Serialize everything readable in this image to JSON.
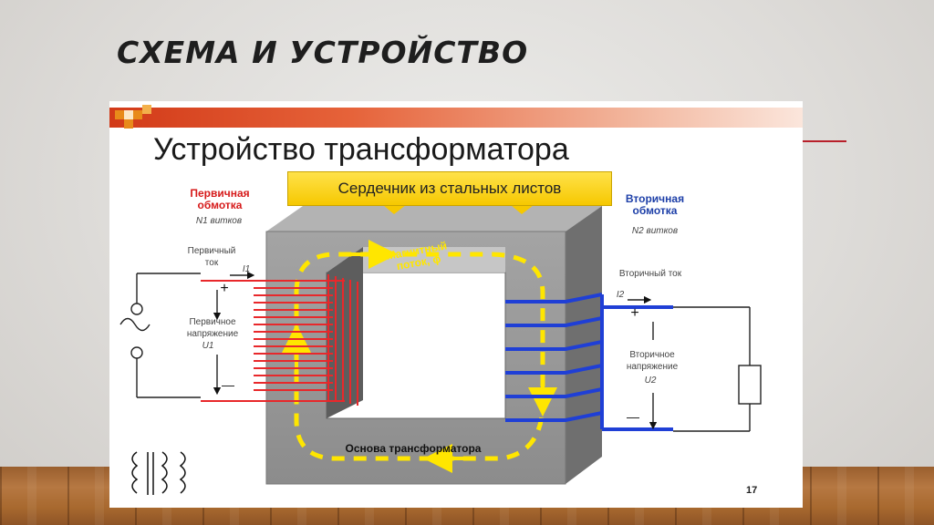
{
  "slide": {
    "title": "СХЕМА И УСТРОЙСТВО",
    "page_number": "17"
  },
  "diagram": {
    "title": "Устройство трансформатора",
    "core_label": "Сердечник из стальных листов",
    "primary_winding": "Первичная обмотка",
    "primary_turns": "N1 витков",
    "secondary_winding": "Вторичная обмотка",
    "secondary_turns": "N2 витков",
    "primary_current": "Первичный ток",
    "primary_current_symbol": "I1",
    "secondary_current": "Вторичный ток",
    "secondary_current_symbol": "I2",
    "primary_voltage": "Первичное напряжение",
    "primary_voltage_symbol": "U1",
    "secondary_voltage": "Вторичное напряжение",
    "secondary_voltage_symbol": "U2",
    "magnetic_flux": "Магнитный поток, ϕ",
    "core_base": "Основа трансформатора",
    "plus": "+",
    "minus": "—"
  },
  "colors": {
    "primary_coil": "#e8282b",
    "secondary_coil": "#1f3fd6",
    "flux_arrow": "#ffe600",
    "core": "#8a8a8a",
    "accent": "#b8202a"
  }
}
